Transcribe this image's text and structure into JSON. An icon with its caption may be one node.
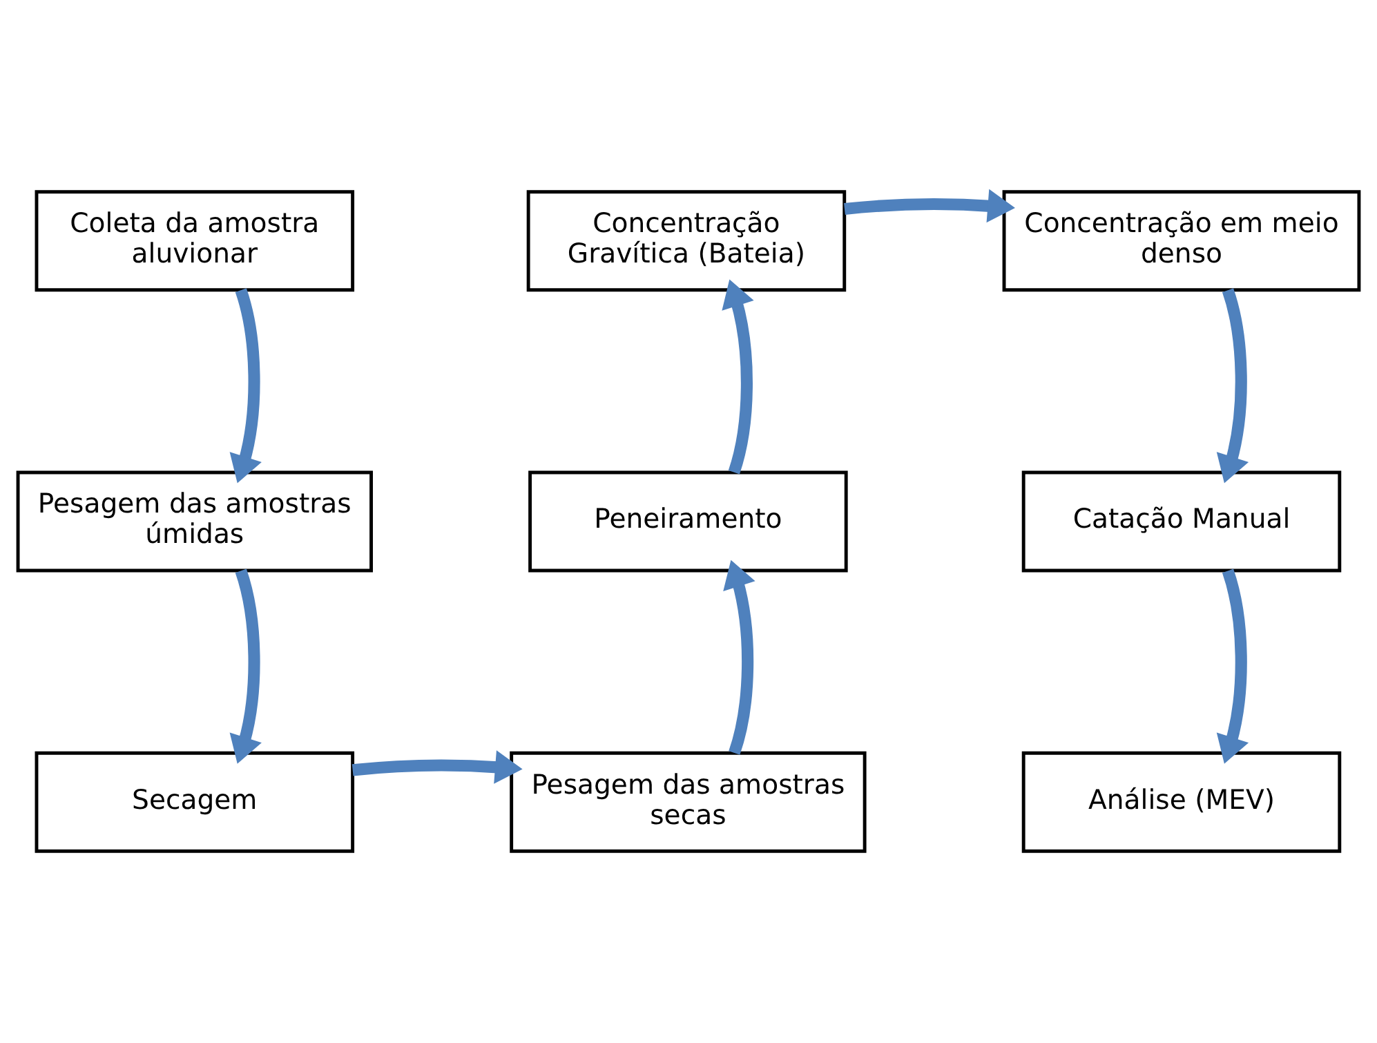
{
  "diagram": {
    "nodes": [
      {
        "text": [
          "Coleta da amostra aluvionar"
        ]
      },
      {
        "text": [
          "Concentração Gravítica (Bateia)"
        ]
      },
      {
        "text": [
          "Concentração em meio denso"
        ]
      },
      {
        "text": [
          "Pesagem das amostras úmidas"
        ]
      },
      {
        "text": [
          "Peneiramento"
        ]
      },
      {
        "text": [
          "Catação Manual"
        ]
      },
      {
        "text": [
          "Secagem"
        ]
      },
      {
        "text": [
          "Pesagem das amostras secas"
        ]
      },
      {
        "text": [
          "Análise (MEV)"
        ]
      }
    ],
    "edges": [
      {
        "from": 0,
        "to": 3,
        "arrow": "to"
      },
      {
        "from": 3,
        "to": 6,
        "arrow": "to"
      },
      {
        "from": 6,
        "to": 7,
        "arrow": "to"
      },
      {
        "from": 7,
        "to": 4,
        "arrow": "to"
      },
      {
        "from": 4,
        "to": 1,
        "arrow": "to"
      },
      {
        "from": 1,
        "to": 2,
        "arrow": "to"
      },
      {
        "from": 2,
        "to": 5,
        "arrow": "to"
      },
      {
        "from": 5,
        "to": 8,
        "arrow": "to"
      }
    ]
  }
}
